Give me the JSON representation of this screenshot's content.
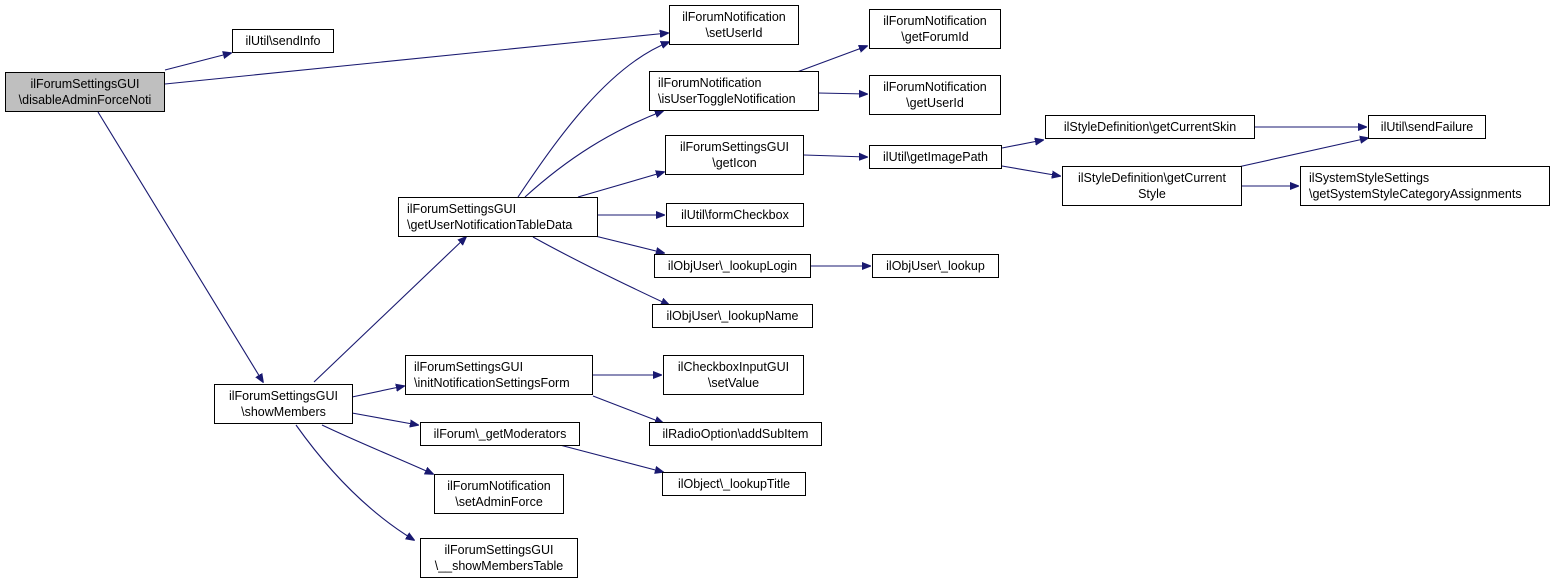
{
  "colors": {
    "edge": "#191970",
    "root_fill": "#bfbfbf",
    "node_fill": "#ffffff",
    "border": "#000000"
  },
  "nodes": {
    "root": {
      "l1": "ilForumSettingsGUI",
      "l2": "\\disableAdminForceNoti"
    },
    "sendInfo": {
      "l1": "ilUtil\\sendInfo"
    },
    "setUserId": {
      "l1": "ilForumNotification",
      "l2": "\\setUserId"
    },
    "getForumId": {
      "l1": "ilForumNotification",
      "l2": "\\getForumId"
    },
    "isUserToggle": {
      "l1": "ilForumNotification",
      "l2": "\\isUserToggleNotification"
    },
    "getUserId": {
      "l1": "ilForumNotification",
      "l2": "\\getUserId"
    },
    "getIcon": {
      "l1": "ilForumSettingsGUI",
      "l2": "\\getIcon"
    },
    "getImagePath": {
      "l1": "ilUtil\\getImagePath"
    },
    "getCurrentSkin": {
      "l1": "ilStyleDefinition\\getCurrentSkin"
    },
    "sendFailure": {
      "l1": "ilUtil\\sendFailure"
    },
    "getCurrentStyle": {
      "l1": "ilStyleDefinition\\getCurrent",
      "l2": "Style"
    },
    "getSysStyleCat": {
      "l1": "ilSystemStyleSettings",
      "l2": "\\getSystemStyleCategoryAssignments"
    },
    "getUserNotifTable": {
      "l1": "ilForumSettingsGUI",
      "l2": "\\getUserNotificationTableData"
    },
    "formCheckbox": {
      "l1": "ilUtil\\formCheckbox"
    },
    "lookupLogin": {
      "l1": "ilObjUser\\_lookupLogin"
    },
    "lookup": {
      "l1": "ilObjUser\\_lookup"
    },
    "lookupName": {
      "l1": "ilObjUser\\_lookupName"
    },
    "showMembers": {
      "l1": "ilForumSettingsGUI",
      "l2": "\\showMembers"
    },
    "initNotifForm": {
      "l1": "ilForumSettingsGUI",
      "l2": "\\initNotificationSettingsForm"
    },
    "cbSetValue": {
      "l1": "ilCheckboxInputGUI",
      "l2": "\\setValue"
    },
    "addSubItem": {
      "l1": "ilRadioOption\\addSubItem"
    },
    "getModerators": {
      "l1": "ilForum\\_getModerators"
    },
    "lookupTitle": {
      "l1": "ilObject\\_lookupTitle"
    },
    "setAdminForce": {
      "l1": "ilForumNotification",
      "l2": "\\setAdminForce"
    },
    "showMembersTable": {
      "l1": "ilForumSettingsGUI",
      "l2": "\\__showMembersTable"
    }
  }
}
